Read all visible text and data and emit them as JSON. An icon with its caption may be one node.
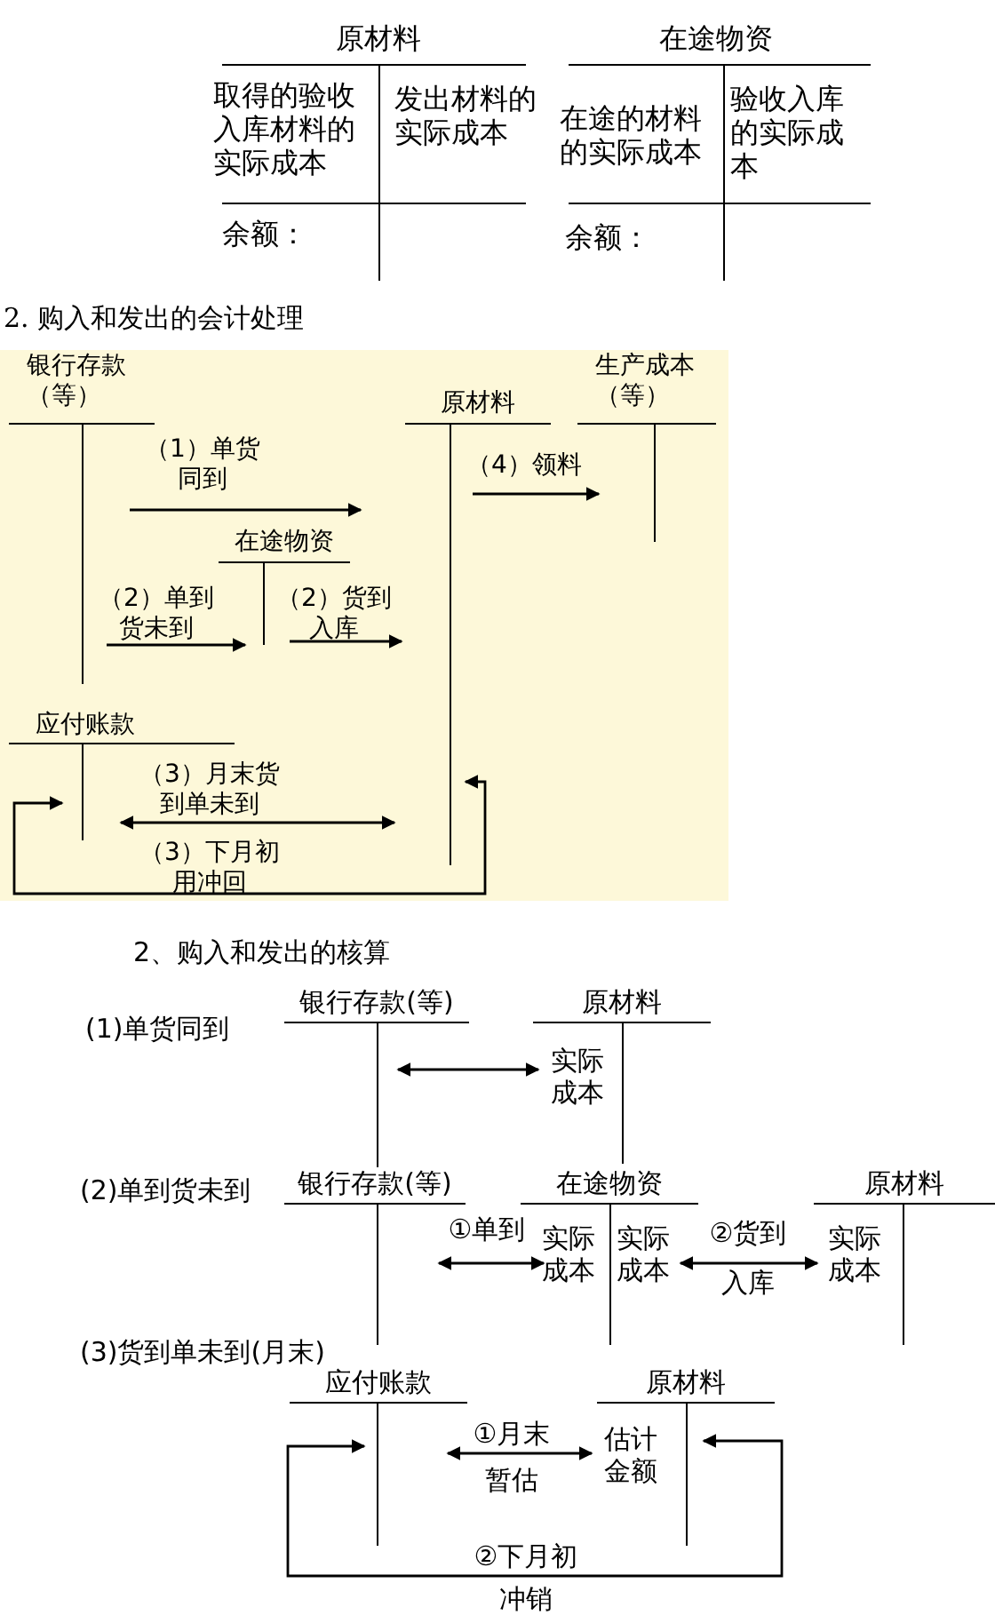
{
  "diagram": {
    "nodes": [
      {
        "text": [
          "原材料",
          "取得的验收入库材料的实际成本",
          "发出材料的实际成本",
          "余额："
        ]
      },
      {
        "text": [
          "在途物资",
          "在途的材料的实际成本",
          "验收入库的实际成本",
          "余额："
        ]
      },
      {
        "text": [
          "银行存款（等）"
        ]
      },
      {
        "text": [
          "原材料"
        ]
      },
      {
        "text": [
          "生产成本（等）"
        ]
      },
      {
        "text": [
          "在途物资"
        ]
      },
      {
        "text": [
          "应付账款"
        ]
      },
      {
        "text": [
          "银行存款(等)"
        ]
      },
      {
        "text": [
          "原材料",
          "实际成本"
        ]
      },
      {
        "text": [
          "银行存款(等)"
        ]
      },
      {
        "text": [
          "在途物资",
          "实际成本",
          "实际成本"
        ]
      },
      {
        "text": [
          "原材料",
          "实际成本"
        ]
      },
      {
        "text": [
          "应付账款"
        ]
      },
      {
        "text": [
          "原材料",
          "估计金额"
        ]
      }
    ],
    "edges": [
      {
        "from": 2,
        "to": 3,
        "arrow": "to",
        "label": "（1）单货同到"
      },
      {
        "from": 3,
        "to": 4,
        "arrow": "to",
        "label": "（4）领料"
      },
      {
        "from": 2,
        "to": 5,
        "arrow": "to",
        "label": "（2）单到货未到"
      },
      {
        "from": 5,
        "to": 3,
        "arrow": "to",
        "label": "（2）货到入库"
      },
      {
        "from": 6,
        "to": 3,
        "arrow": "both",
        "label": "（3）月末货到单未到"
      },
      {
        "from": 6,
        "to": 3,
        "arrow": "both",
        "label": "（3）下月初用冲回"
      },
      {
        "from": 7,
        "to": 8,
        "arrow": "both"
      },
      {
        "from": 9,
        "to": 10,
        "arrow": "both",
        "label": "①单到"
      },
      {
        "from": 10,
        "to": 11,
        "arrow": "both",
        "label": "②货到入库"
      },
      {
        "from": 12,
        "to": 13,
        "arrow": "both",
        "label": "①月末暂估"
      },
      {
        "from": 12,
        "to": 13,
        "arrow": "both",
        "label": "②下月初冲销"
      }
    ],
    "labels": [
      "2. 购入和发出的会计处理",
      "2、购入和发出的核算",
      "(1)单货同到",
      "(2)单到货未到",
      "(3)货到单未到(月末)"
    ]
  }
}
